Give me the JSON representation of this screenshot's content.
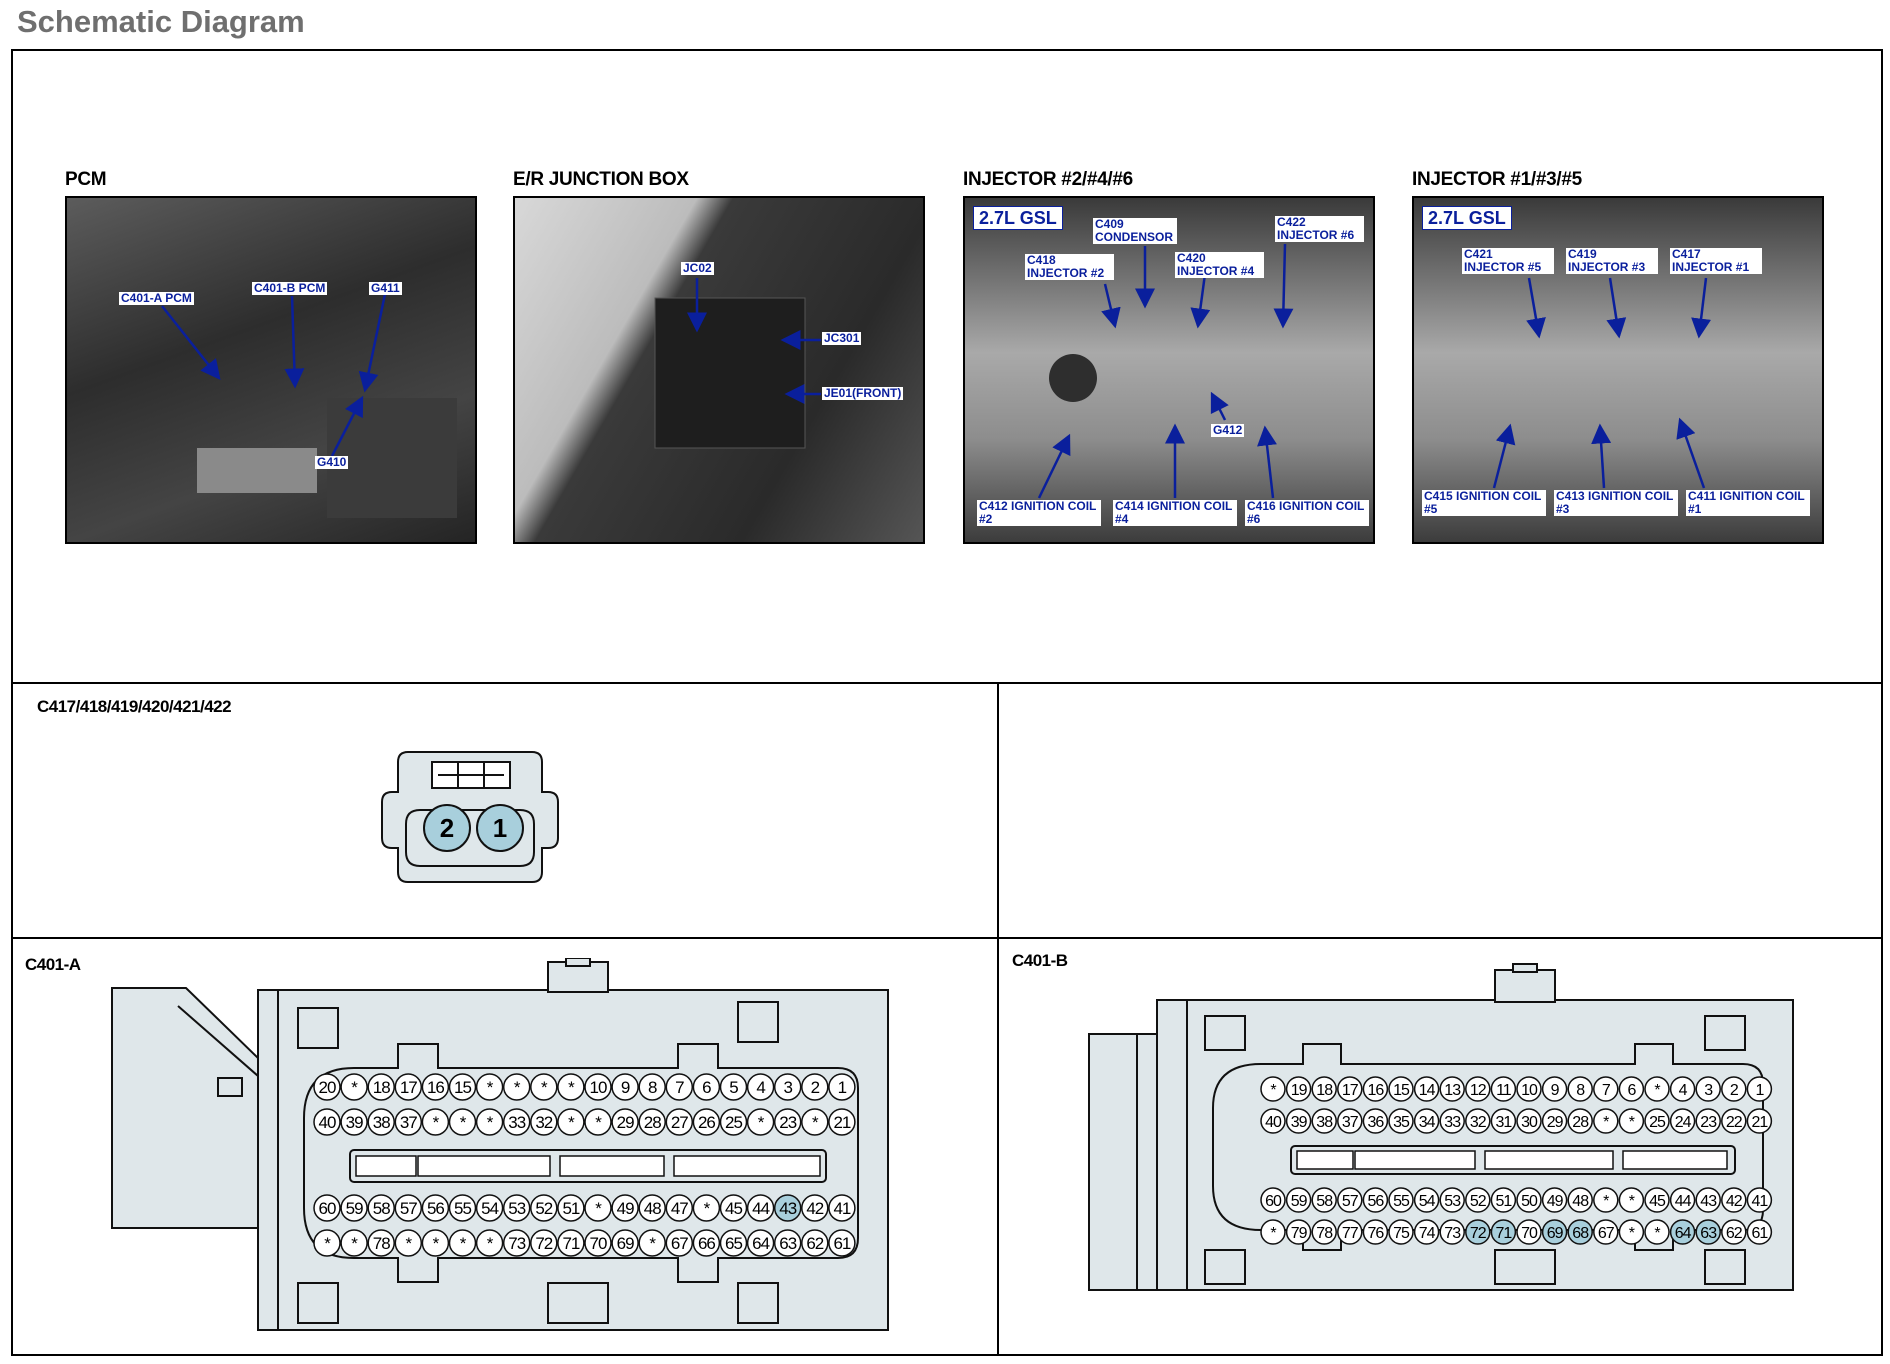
{
  "page": {
    "title": "Schematic Diagram"
  },
  "photos": [
    {
      "label": "PCM",
      "callouts": [
        "C401-A PCM",
        "C401-B PCM",
        "G411",
        "G410"
      ]
    },
    {
      "label": "E/R JUNCTION BOX",
      "callouts": [
        "JC02",
        "JC301",
        "JE01(FRONT)"
      ]
    },
    {
      "label": "INJECTOR #2/#4/#6",
      "engine": "2.7L GSL",
      "callouts": [
        "C409 CONDENSOR",
        "C418 INJECTOR #2",
        "C420 INJECTOR #4",
        "C422 INJECTOR #6",
        "G412",
        "C412 IGNITION COIL #2",
        "C414 IGNITION COIL #4",
        "C416 IGNITION COIL #6"
      ]
    },
    {
      "label": "INJECTOR #1/#3/#5",
      "engine": "2.7L GSL",
      "callouts": [
        "C421 INJECTOR #5",
        "C419 INJECTOR #3",
        "C417 INJECTOR #1",
        "C415 IGNITION COIL #5",
        "C413 IGNITION COIL #3",
        "C411 IGNITION COIL #1"
      ]
    }
  ],
  "connectors": {
    "small": {
      "label": "C417/418/419/420/421/422",
      "pins": [
        "2",
        "1"
      ]
    },
    "c401a": {
      "label": "C401-A",
      "rows": [
        [
          "20",
          "*",
          "18",
          "17",
          "16",
          "15",
          "*",
          "*",
          "*",
          "*",
          "10",
          "9",
          "8",
          "7",
          "6",
          "5",
          "4",
          "3",
          "2",
          "1"
        ],
        [
          "40",
          "39",
          "38",
          "37",
          "*",
          "*",
          "*",
          "33",
          "32",
          "*",
          "*",
          "29",
          "28",
          "27",
          "26",
          "25",
          "*",
          "23",
          "*",
          "21"
        ],
        [
          "60",
          "59",
          "58",
          "57",
          "56",
          "55",
          "54",
          "53",
          "52",
          "51",
          "*",
          "49",
          "48",
          "47",
          "*",
          "45",
          "44",
          "43",
          "42",
          "41"
        ],
        [
          "*",
          "*",
          "78",
          "*",
          "*",
          "*",
          "*",
          "73",
          "72",
          "71",
          "70",
          "69",
          "*",
          "67",
          "66",
          "65",
          "64",
          "63",
          "62",
          "61"
        ]
      ],
      "highlighted": [
        "43"
      ]
    },
    "c401b": {
      "label": "C401-B",
      "rows": [
        [
          "*",
          "19",
          "18",
          "17",
          "16",
          "15",
          "14",
          "13",
          "12",
          "11",
          "10",
          "9",
          "8",
          "7",
          "6",
          "*",
          "4",
          "3",
          "2",
          "1"
        ],
        [
          "40",
          "39",
          "38",
          "37",
          "36",
          "35",
          "34",
          "33",
          "32",
          "31",
          "30",
          "29",
          "28",
          "*",
          "*",
          "25",
          "24",
          "23",
          "22",
          "21"
        ],
        [
          "60",
          "59",
          "58",
          "57",
          "56",
          "55",
          "54",
          "53",
          "52",
          "51",
          "50",
          "49",
          "48",
          "*",
          "*",
          "45",
          "44",
          "43",
          "42",
          "41"
        ],
        [
          "*",
          "79",
          "78",
          "77",
          "76",
          "75",
          "74",
          "73",
          "72",
          "71",
          "70",
          "69",
          "68",
          "67",
          "*",
          "*",
          "64",
          "63",
          "62",
          "61"
        ]
      ],
      "highlighted": [
        "72",
        "71",
        "69",
        "68",
        "64",
        "63"
      ]
    }
  }
}
